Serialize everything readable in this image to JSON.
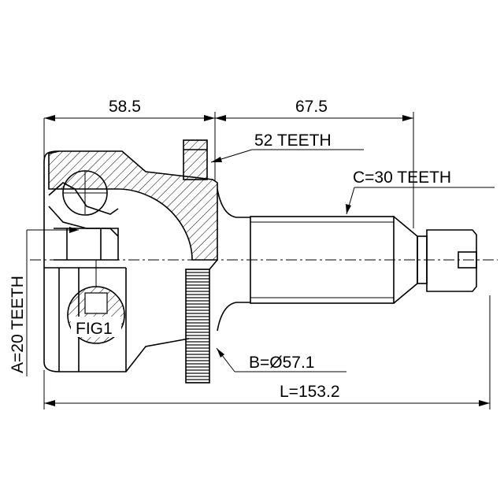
{
  "labels": {
    "dim_left": "58.5",
    "dim_right": "67.5",
    "abs_teeth": "52 TEETH",
    "spline_c": "C=30 TEETH",
    "spline_a": "A=20 TEETH",
    "diameter_b": "B=Ø57.1",
    "length_l": "L=153.2",
    "fig": "FIG1"
  }
}
